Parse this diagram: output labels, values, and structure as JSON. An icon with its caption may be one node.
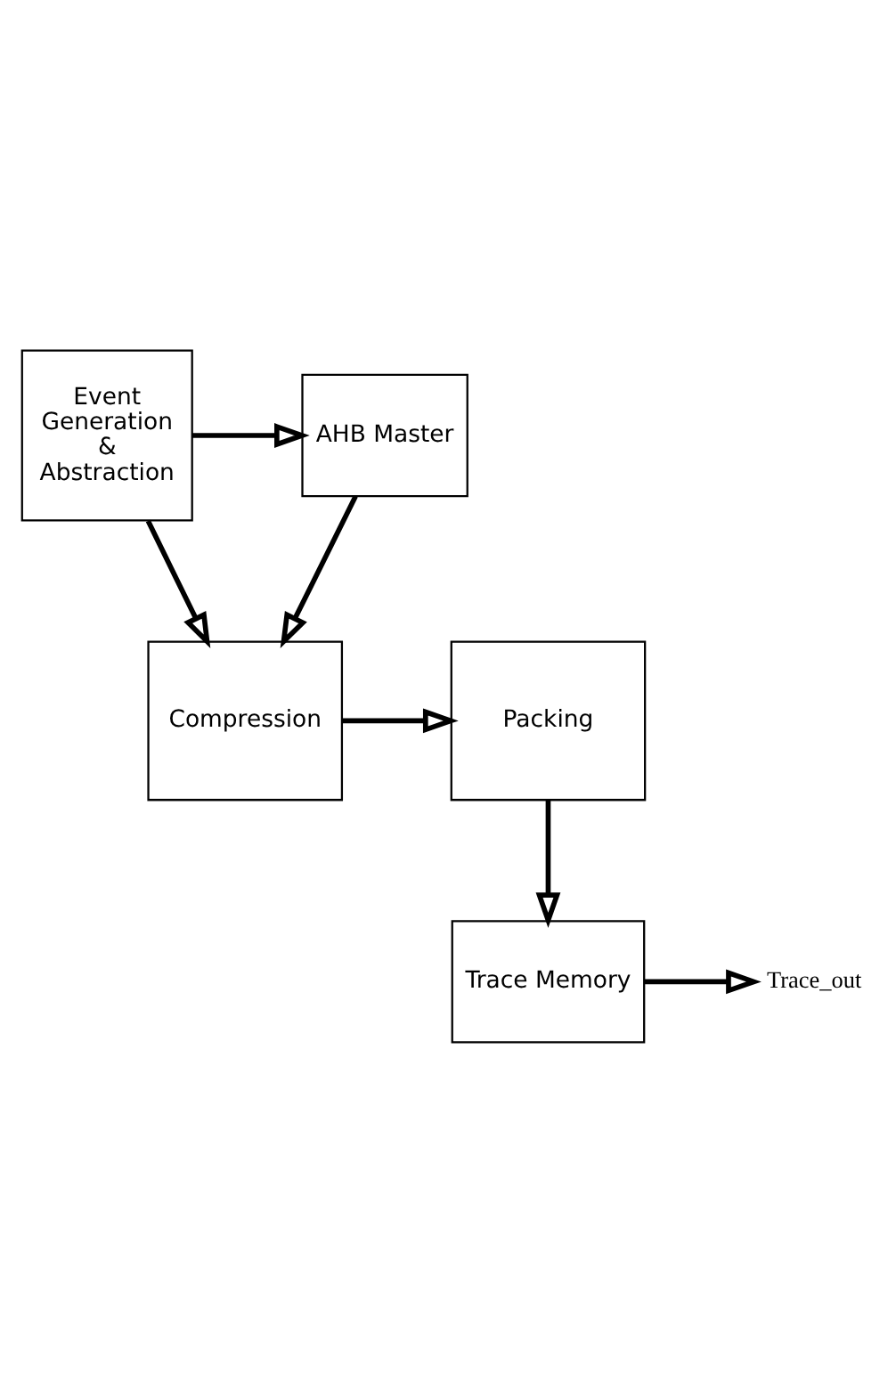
{
  "diagram": {
    "nodes": [
      {
        "text": [
          "AHB Master"
        ]
      },
      {
        "text": [
          "Event Generation & Abstraction"
        ]
      },
      {
        "text": [
          "Compression"
        ]
      },
      {
        "text": [
          "Packing"
        ]
      },
      {
        "text": [
          "Trace Memory"
        ]
      },
      {
        "text": [
          "Trace_out"
        ]
      }
    ],
    "edges": [
      {
        "from": 1,
        "to": 0,
        "arrow": "to"
      },
      {
        "from": 0,
        "to": 2,
        "arrow": "to"
      },
      {
        "from": 1,
        "to": 2,
        "arrow": "to"
      },
      {
        "from": 2,
        "to": 3,
        "arrow": "to"
      },
      {
        "from": 3,
        "to": 4,
        "arrow": "to"
      },
      {
        "from": 4,
        "to": 5,
        "arrow": "to"
      }
    ]
  }
}
